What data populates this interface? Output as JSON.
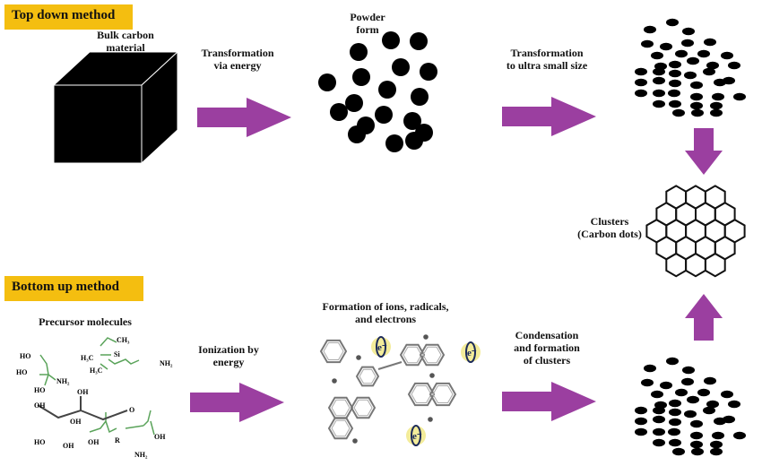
{
  "top_section": {
    "title": "Top down method",
    "bulk_label": [
      "Bulk carbon",
      "material"
    ],
    "step1_label": [
      "Transformation",
      "via energy"
    ],
    "powder_label": [
      "Powder",
      "form"
    ],
    "step2_label": [
      "Transformation",
      "to ultra small size"
    ]
  },
  "clusters_label": [
    "Clusters",
    "(Carbon dots)"
  ],
  "bottom_section": {
    "title": "Bottom up method",
    "precursor_label": "Precursor molecules",
    "step1_label": [
      "Ionization by",
      "energy"
    ],
    "formation_label": [
      "Formation of ions, radicals,",
      "and electrons"
    ],
    "step2_label": [
      "Condensation",
      "and formation",
      "of clusters"
    ],
    "molecule_labels": {
      "ho1": "HO",
      "ho2": "HO",
      "ho3": "HO",
      "nh2a": "NH₂",
      "h3c1": "H₃C",
      "h3c2": "H₃C",
      "ch3": "CH₃",
      "si": "Si",
      "nh2b": "NH₂",
      "oh1": "OH",
      "oh2": "OH",
      "o1": "O",
      "oh3": "OH",
      "ho4": "HO",
      "oh4": "OH",
      "oh5": "OH",
      "r": "R",
      "oh6": "OH",
      "nh2c": "NH₂"
    },
    "electron_symbol": "e⁻"
  },
  "colors": {
    "banner": "#F4BE10",
    "arrow": "#9B3FA0",
    "bond_green": "#5aa35a",
    "atom_orange": "#8a5a1a",
    "electron_glow": "#f3ec9a"
  }
}
